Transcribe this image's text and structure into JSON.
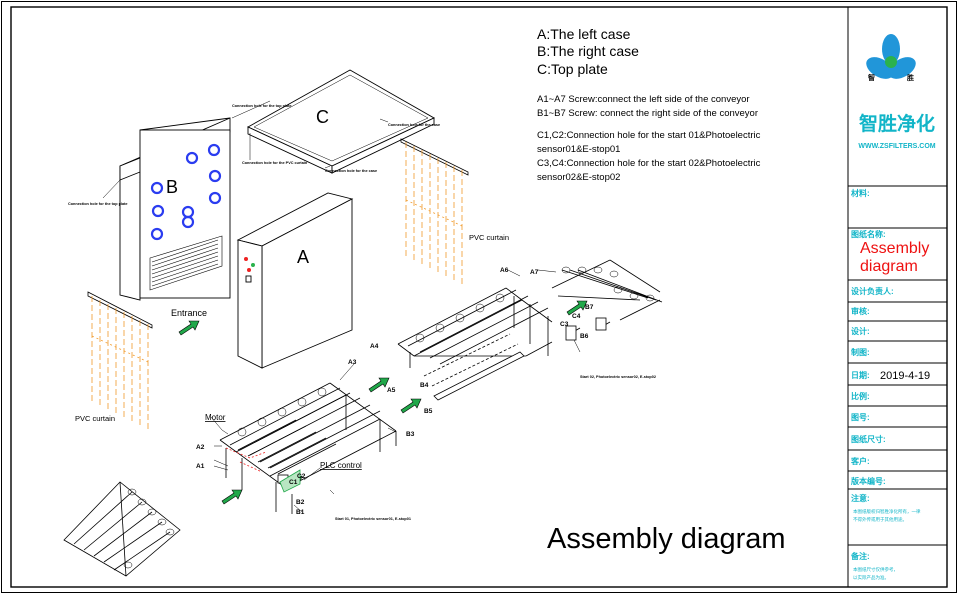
{
  "legend": {
    "case_a": "A:The left case",
    "case_b": "B:The right case",
    "case_c": "C:Top plate",
    "screw_a": "A1~A7 Screw:connect the left side of the conveyor",
    "screw_b": "B1~B7 Screw: connect the right side of the conveyor",
    "conn_c1_1": "C1,C2:Connection hole for the start 01&Photoelectric",
    "conn_c1_2": "sensor01&E-stop01",
    "conn_c3_1": "C3,C4:Connection hole for the start 02&Photoelectric",
    "conn_c3_2": "sensor02&E-stop02"
  },
  "drawing": {
    "big_title": "Assembly diagram",
    "labels": {
      "a": "A",
      "b": "B",
      "c": "C",
      "entrance": "Entrance",
      "pvc_right": "PVC curtain",
      "pvc_left": "PVC curtain",
      "motor": "Motor",
      "plc": "PLC control",
      "a1": "A1",
      "a2": "A2",
      "a3": "A3",
      "a4": "A4",
      "a5": "A5",
      "a6": "A6",
      "a7": "A7",
      "b1": "B1",
      "b2": "B2",
      "b3": "B3",
      "b4": "B4",
      "b5": "B5",
      "b6": "B6",
      "b7": "B7",
      "c1": "C1",
      "c2": "C2",
      "c3": "C3",
      "c4": "C4",
      "conn_top_plate": "Connection hole for the top plate",
      "conn_top_plate2": "Connection hole for the top plate",
      "conn_case": "Connection hole for the case",
      "conn_case2": "Connection hole for the case",
      "conn_pvc": "Connection hole for the PVC curtain",
      "start01": "Start 01, Photoelectric sensor01, E-stop01",
      "start02": "Start 02, Photoelectric sensor02, E-stop02"
    }
  },
  "title_block": {
    "logo_left": "智",
    "logo_right": "胜",
    "company_cn": "智胜净化",
    "company_url": "WWW.ZSFILTERS.COM",
    "material_label": "材料:",
    "drawing_name_label": "图纸名称:",
    "drawing_name_1": "Assembly",
    "drawing_name_2": "diagram",
    "designer_label": "设计负责人:",
    "review_label": "审核:",
    "design_label": "设计:",
    "draw_label": "制图:",
    "date_label": "日期:",
    "date_value": "2019-4-19",
    "scale_label": "比例:",
    "drawing_no_label": "图号:",
    "size_label": "图纸尺寸:",
    "customer_label": "客户:",
    "version_label": "版本编号:",
    "notes_label": "注意:",
    "notes_text_1": "本图纸版权归智胜净化所有，一律",
    "notes_text_2": "不得外传或用于其他用途。",
    "remarks_label": "备注:",
    "remarks_text_1": "本图纸尺寸仅供参考，",
    "remarks_text_2": "以实际产品为准。"
  },
  "colors": {
    "accent_green": "#21a84a",
    "cyan_text": "#12b5c8",
    "title_red": "#ee1111",
    "curtain_orange": "#f09a2a",
    "nozzle_blue": "#2a3cf0"
  }
}
